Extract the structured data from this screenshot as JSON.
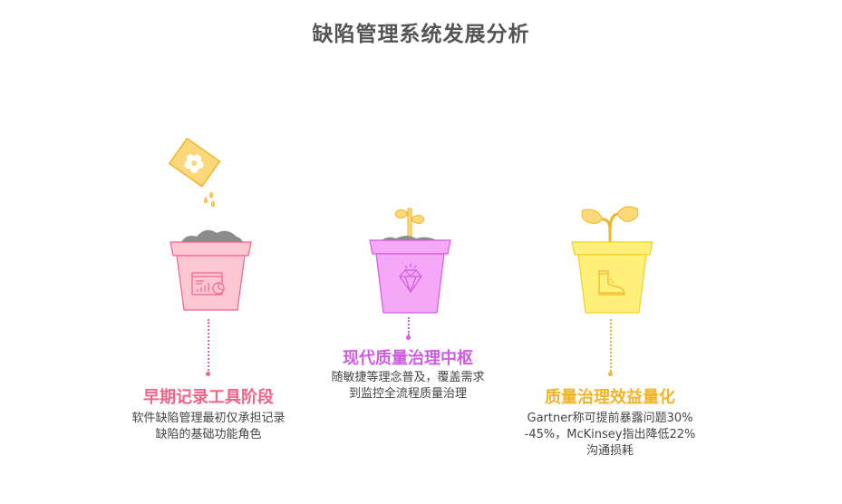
{
  "title": "缺陷管理系统发展分析",
  "colors": {
    "stage1": "#f0648a",
    "stage2": "#d05ce0",
    "stage3": "#f0b428",
    "soil": "#8c8c8c"
  },
  "stages": [
    {
      "title": "早期记录工具阶段",
      "desc_lines": [
        "软件缺陷管理最初仅承担记录",
        "缺陷的基础功能角色"
      ],
      "pot_icon": "dashboard-chart-icon",
      "plant": "seed-packet-icon"
    },
    {
      "title": "现代质量治理中枢",
      "desc_lines": [
        "随敏捷等理念普及，覆盖需求",
        "到监控全流程质量治理"
      ],
      "pot_icon": "diamond-icon",
      "plant": "sprout-icon"
    },
    {
      "title": "质量治理效益量化",
      "desc_lines": [
        "Gartner称可提前暴露问题30%",
        "-45%，McKinsey指出降低22%",
        "沟通损耗"
      ],
      "pot_icon": "boot-icon",
      "plant": "seedling-leaves-icon"
    }
  ]
}
